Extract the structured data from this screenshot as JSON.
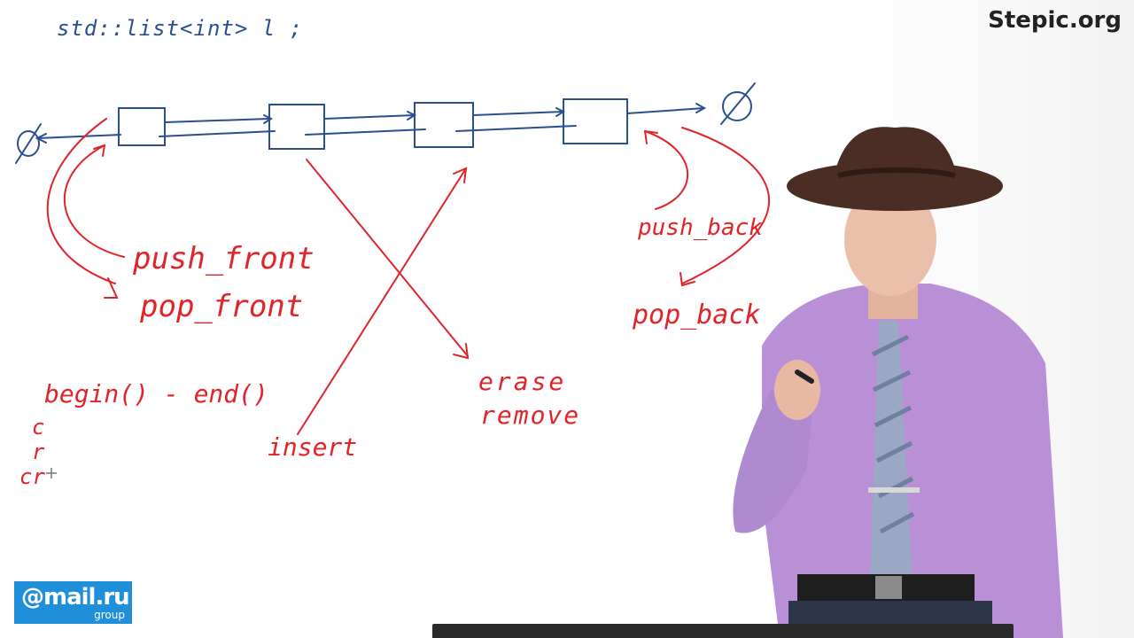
{
  "brand": "Stepic.org",
  "logo": {
    "main": "@mail.ru",
    "sub": "group"
  },
  "board": {
    "declaration": "std::list<int>  l ;",
    "labels": {
      "push_front": "push_front",
      "pop_front": "pop_front",
      "push_back": "push_back",
      "pop_back": "pop_back",
      "erase": "erase",
      "remove": "remove",
      "insert": "insert",
      "begin_end": "begin() - end()",
      "c": "c",
      "r": "r",
      "cr": "cr"
    },
    "null_symbol": "Ø"
  },
  "colors": {
    "blue_ink": "#2a4f8f",
    "red_ink": "#e2232a",
    "logo_bg": "#1e8fd8",
    "shirt": "#b98fd6",
    "hat": "#4a2e24"
  },
  "icons": [
    "cursor-crosshair-icon"
  ]
}
